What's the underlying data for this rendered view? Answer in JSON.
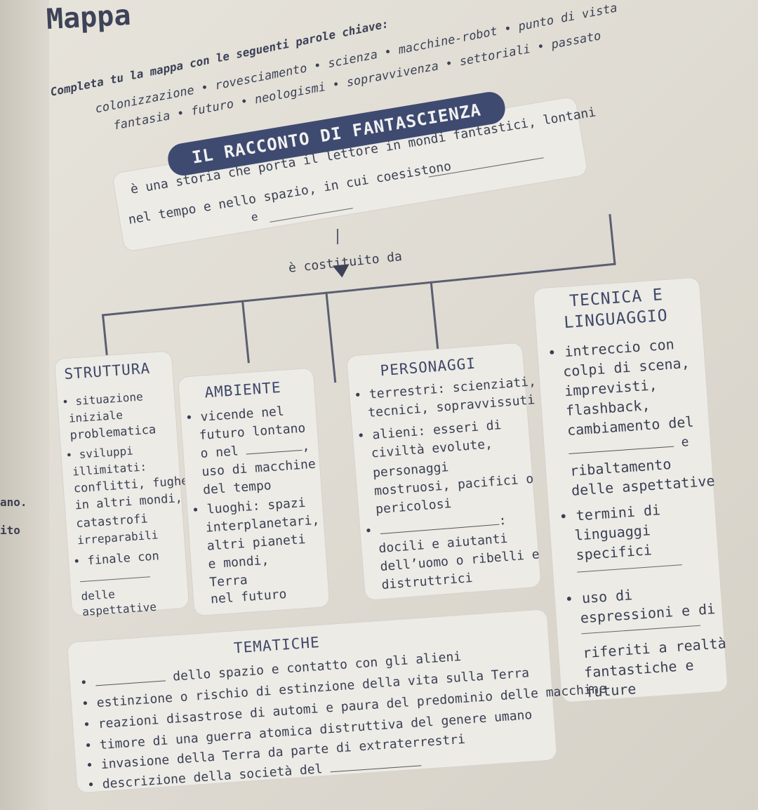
{
  "header": {
    "title": "Mappa",
    "instruction": "Completa tu la mappa con le seguenti parole chiave:",
    "keywords_line1": "colonizzazione • rovesciamento • scienza • macchine-robot • punto di vista",
    "keywords_line2": "fantasia • futuro • neologismi • sopravvivenza • settoriali • passato"
  },
  "main": {
    "title": "IL RACCONTO DI FANTASCIENZA",
    "def_line1": "è una storia che porta il lettore in mondi fantastici, lontani",
    "def_line2": "nel tempo e nello spazio, in cui coesistono",
    "def_line3": "e",
    "link": "è costituito da"
  },
  "margin": {
    "left1": "ano.",
    "left2": "ito"
  },
  "struttura": {
    "title": "STRUTTURA",
    "l1": "situazione",
    "l2": "iniziale",
    "l3": "problematica",
    "l4": "sviluppi",
    "l5": "illimitati:",
    "l6": "conflitti, fughe",
    "l7": "in altri mondi,",
    "l8": "catastrofi",
    "l9": "irreparabili",
    "l10": "finale con",
    "l11": "delle",
    "l12": "aspettative"
  },
  "ambiente": {
    "title": "AMBIENTE",
    "l1": "vicende nel",
    "l2": "futuro lontano",
    "l3": "o nel",
    "l3_end": ",",
    "l4": "uso di macchine",
    "l5": "del tempo",
    "l6": "luoghi: spazi",
    "l7": "interplanetari,",
    "l8": "altri pianeti",
    "l9": "e mondi,",
    "l10": "Terra",
    "l11": "nel futuro"
  },
  "personaggi": {
    "title": "PERSONAGGI",
    "l1": "terrestri: scienziati,",
    "l2": "tecnici, sopravvissuti",
    "l3": "alieni: esseri di",
    "l4": "civiltà evolute,",
    "l5": "personaggi",
    "l6": "mostruosi, pacifici o",
    "l7": "pericolosi",
    "l8": ":",
    "l9": "docili e aiutanti",
    "l10": "dell’uomo o ribelli e",
    "l11": "distruttrici"
  },
  "tecnica": {
    "title1": "TECNICA E",
    "title2": "LINGUAGGIO",
    "l1": "intreccio con",
    "l2": "colpi di scena,",
    "l3": "imprevisti,",
    "l4": "flashback,",
    "l5": "cambiamento del",
    "l6": "e",
    "l7": "ribaltamento",
    "l8": "delle aspettative",
    "l9": "termini di",
    "l10": "linguaggi",
    "l11": "specifici",
    "l12": "uso di",
    "l13": "espressioni e di",
    "l14": "riferiti a realtà",
    "l15": "fantastiche e",
    "l16": "future"
  },
  "tematiche": {
    "title": "TEMATICHE",
    "l1": "dello spazio e contatto con gli alieni",
    "l2": "estinzione o rischio di estinzione della vita sulla Terra",
    "l3": "reazioni disastrose di automi e paura del predominio delle macchine",
    "l4": "timore di una guerra atomica distruttiva del genere umano",
    "l5": "invasione della Terra da parte di extraterrestri",
    "l6": "descrizione della società del"
  },
  "colors": {
    "accent": "#3f4a70",
    "box": "#ecebe6",
    "text": "#3a3f52"
  }
}
